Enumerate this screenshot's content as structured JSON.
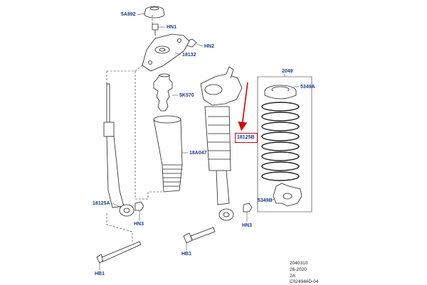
{
  "labels": {
    "top_mount": "5A892",
    "nut_hn1": "HN1",
    "nut_hn2": "HN2",
    "upper_mount": "18132",
    "bump_stop": "5K570",
    "dust_boot": "18A047",
    "left_shock": "18125A",
    "right_shock": "18125B",
    "spring": "2049",
    "upper_seat": "5349A",
    "lower_seat": "5349B",
    "nut_hn3_left": "HN3",
    "nut_hn3_right": "HN3",
    "bolt_hb1_left": "HB1",
    "bolt_hb1_right": "HB1"
  },
  "footer": {
    "line1": "2040310",
    "line2": "26-2020",
    "line3": "2A",
    "line4": "C024946D-04"
  },
  "colors": {
    "label": "#1b3a8c",
    "highlight": "#d40000",
    "line": "#222222"
  }
}
